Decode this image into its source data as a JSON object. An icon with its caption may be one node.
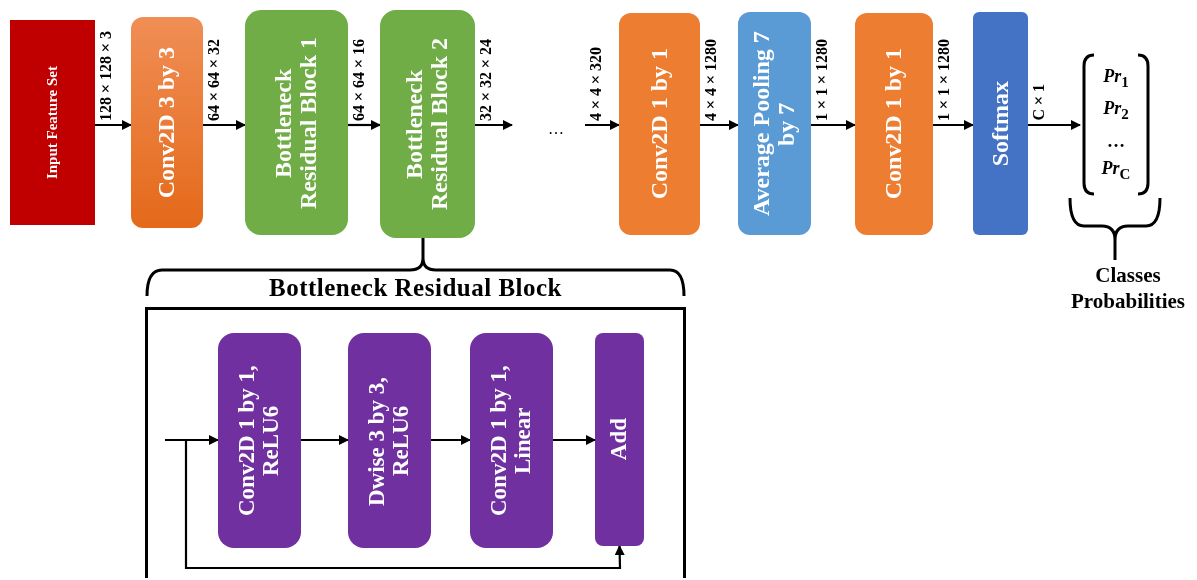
{
  "diagram": {
    "nodes": [
      {
        "text": [
          "Input Feature Set"
        ]
      },
      {
        "text": [
          "Conv2D 3 by 3"
        ]
      },
      {
        "text": [
          "Bottleneck Residual Block 1"
        ]
      },
      {
        "text": [
          "Bottleneck Residual Block 2"
        ]
      },
      {
        "text": [
          "Conv2D 1 by 1"
        ]
      },
      {
        "text": [
          "Average Pooling 7 by 7"
        ]
      },
      {
        "text": [
          "Conv2D 1 by 1"
        ]
      },
      {
        "text": [
          "Softmax"
        ]
      },
      {
        "text": [
          "*Pr*$_{1}$",
          "*Pr*$_{2}$",
          "…",
          "*Pr*$_{C}$"
        ],
        "beside": [
          "Classes Probabilities"
        ]
      },
      {
        "text": [
          "Bottleneck Residual Block"
        ]
      },
      {
        "text": [
          "Conv2D 1 by 1, ReLU6"
        ],
        "in": 9
      },
      {
        "text": [
          "Dwise 3 by 3, ReLU6"
        ],
        "in": 9
      },
      {
        "text": [
          "Conv2D 1 by 1, Linear"
        ],
        "in": 9
      },
      {
        "text": [
          "Add"
        ],
        "in": 9
      }
    ],
    "edges": [
      {
        "from": 0,
        "to": 1,
        "arrow": "to",
        "label": "128×128×3"
      },
      {
        "from": 1,
        "to": 2,
        "arrow": "to",
        "label": "64×64×32"
      },
      {
        "from": 2,
        "to": 3,
        "arrow": "to",
        "label": "64×64×16"
      },
      {
        "from": 3,
        "to": null,
        "arrow": "to",
        "label": "32×32×24"
      },
      {
        "from": null,
        "to": 4,
        "arrow": "to",
        "label": "4×4×320"
      },
      {
        "from": 4,
        "to": 5,
        "arrow": "to",
        "label": "4×4×1280"
      },
      {
        "from": 5,
        "to": 6,
        "arrow": "to",
        "label": "1×1×1280"
      },
      {
        "from": 6,
        "to": 7,
        "arrow": "to",
        "label": "1×1×1280"
      },
      {
        "from": 7,
        "to": 8,
        "arrow": "to",
        "label": "C×1"
      },
      {
        "from": null,
        "to": 10,
        "arrow": "to"
      },
      {
        "from": 10,
        "to": 11,
        "arrow": "to"
      },
      {
        "from": 11,
        "to": 12,
        "arrow": "to"
      },
      {
        "from": 12,
        "to": 13,
        "arrow": "to"
      },
      {
        "from": null,
        "to": 13,
        "arrow": "to"
      }
    ],
    "labels": [
      "…"
    ]
  }
}
